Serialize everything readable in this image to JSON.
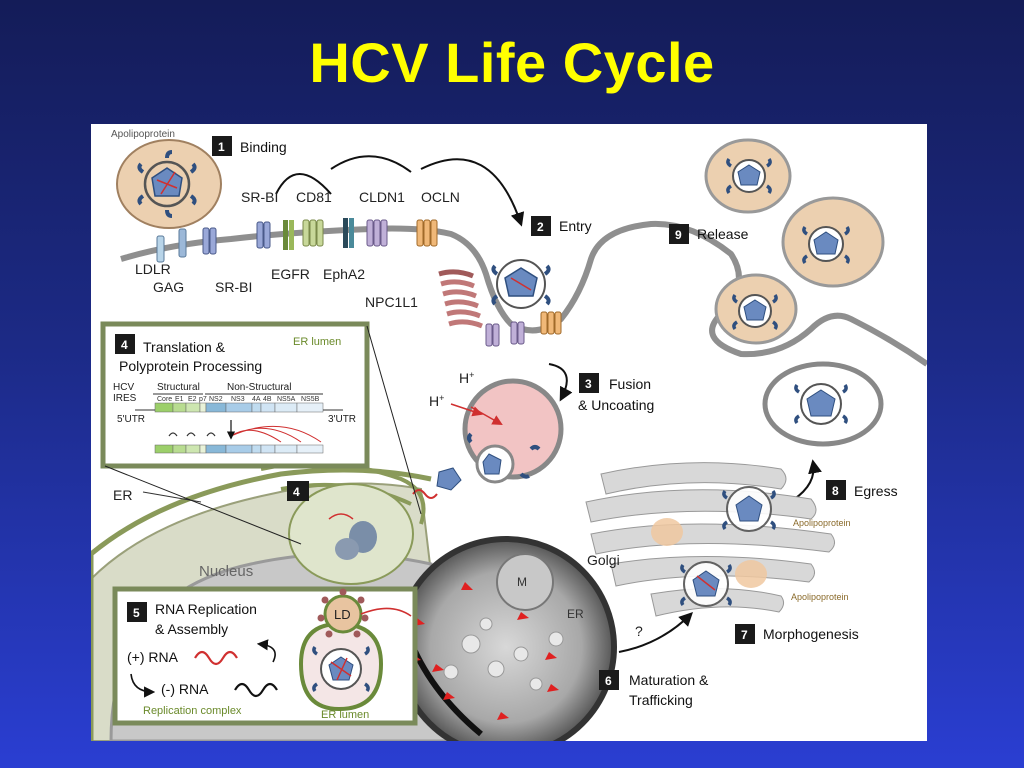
{
  "title": "HCV Life Cycle",
  "receptors": {
    "sr_bi_top": "SR-BI",
    "cd81": "CD81",
    "cldn1": "CLDN1",
    "ocln": "OCLN",
    "ldlr": "LDLR",
    "gag": "GAG",
    "sr_bi_bottom": "SR-BI",
    "egfr": "EGFR",
    "epha2": "EphA2",
    "npc1l1": "NPC1L1"
  },
  "labels": {
    "apolipoprotein_1": "Apolipoprotein",
    "apolipoprotein_2": "Apolipoprotein",
    "apolipoprotein_3": "Apolipoprotein",
    "er": "ER",
    "nucleus": "Nucleus",
    "golgi": "Golgi",
    "ld": "LD",
    "er_lumen_top": "ER lumen",
    "er_lumen_bottom": "ER lumen",
    "em_m": "M",
    "em_er": "ER",
    "question": "?",
    "h_plus_1": "H",
    "h_plus_2": "H",
    "plus_sup": "+"
  },
  "steps": [
    {
      "num": "1",
      "label": "Binding"
    },
    {
      "num": "2",
      "label": "Entry"
    },
    {
      "num": "3",
      "label_1": "Fusion",
      "label_2": "&  Uncoating"
    },
    {
      "num": "4",
      "label_1": "Translation &",
      "label_2": "Polyprotein Processing"
    },
    {
      "num": "5",
      "label_1": "RNA Replication",
      "label_2": "& Assembly"
    },
    {
      "num": "6",
      "label_1": "Maturation &",
      "label_2": "Trafficking"
    },
    {
      "num": "7",
      "label": "Morphogenesis"
    },
    {
      "num": "8",
      "label": "Egress"
    },
    {
      "num": "9",
      "label": "Release"
    }
  ],
  "step4_inset": {
    "num_small": "4",
    "hcv": "HCV",
    "ires": "IRES",
    "utr5": "5'UTR",
    "utr3": "3'UTR",
    "structural": "Structural",
    "non_structural": "Non-Structural",
    "genes": [
      "Core",
      "E1",
      "E2",
      "p7",
      "NS2",
      "NS3",
      "4A",
      "4B",
      "NS5A",
      "NS5B"
    ]
  },
  "step5_inset": {
    "plus_rna": "(+) RNA",
    "minus_rna": "(-) RNA",
    "replication_complex": "Replication complex"
  },
  "colors": {
    "title": "#ffff00",
    "step_box": "#1a1a1a",
    "membrane": "#8a8a8a",
    "virion_blue": "#2f4f7f",
    "capsid_red": "#d03030",
    "vesicle_peach": "#e8c4a0",
    "endosome_pink": "#f2c4c4",
    "er_green": "#8a9a5a"
  }
}
